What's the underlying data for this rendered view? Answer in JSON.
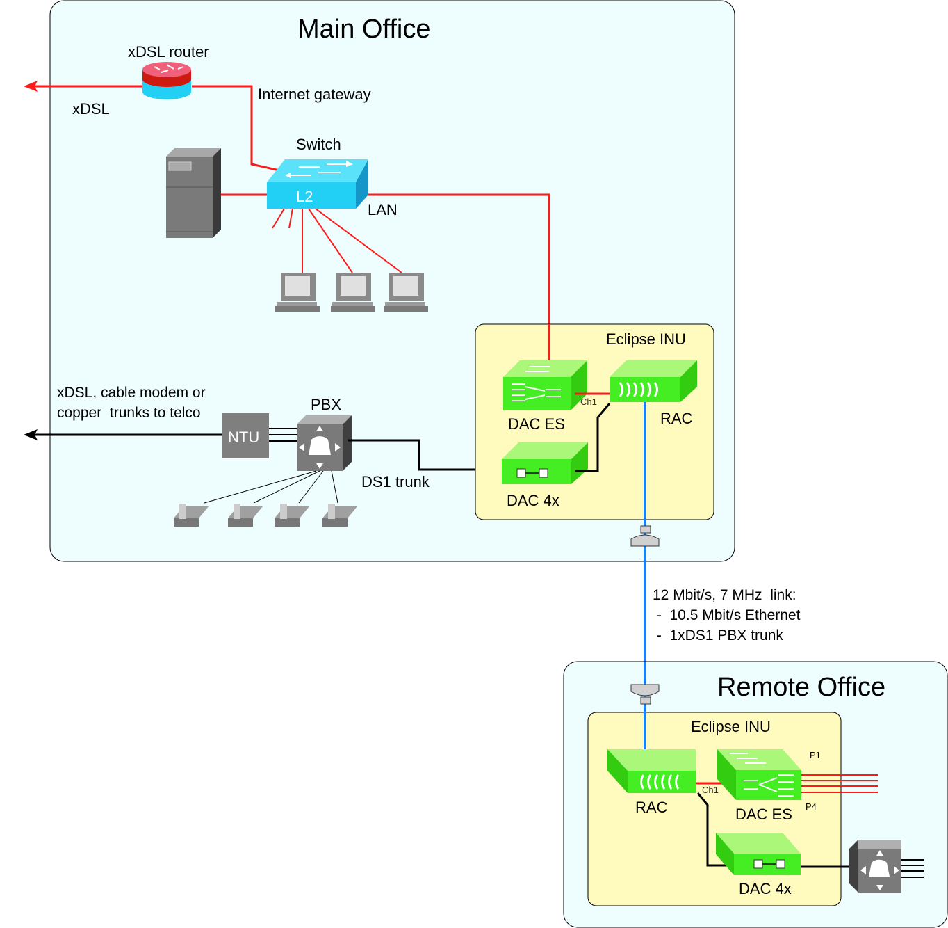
{
  "colors": {
    "office_bg": "#eefdfe",
    "inu_bg": "#fffbbe",
    "ethernet": "#ff1a1a",
    "radio_link": "#1a82f0",
    "trunk": "#000000",
    "module_green": "#44ee22",
    "switch_blue": "#22d0f5"
  },
  "main_office": {
    "title": "Main Office",
    "router_label": "xDSL router",
    "xdsl_label": "xDSL",
    "gateway_label": "Internet gateway",
    "switch_label": "Switch",
    "switch_badge": "L2",
    "lan_label": "LAN",
    "telco_label_line1": "xDSL, cable modem or",
    "telco_label_line2": "copper  trunks to telco",
    "ntu_label": "NTU",
    "pbx_label": "PBX",
    "ds1_label": "DS1 trunk",
    "inu": {
      "title": "Eclipse INU",
      "dac_es_label": "DAC ES",
      "rac_label": "RAC",
      "ch1_label": "Ch1",
      "dac4x_label": "DAC 4x"
    }
  },
  "link": {
    "line1": "12 Mbit/s, 7 MHz  link:",
    "line2": " -  10.5 Mbit/s Ethernet",
    "line3": " -  1xDS1 PBX trunk"
  },
  "remote_office": {
    "title": "Remote Office",
    "inu": {
      "title": "Eclipse INU",
      "rac_label": "RAC",
      "ch1_label": "Ch1",
      "dac_es_label": "DAC ES",
      "p1_label": "P1",
      "p4_label": "P4",
      "dac4x_label": "DAC 4x"
    }
  }
}
